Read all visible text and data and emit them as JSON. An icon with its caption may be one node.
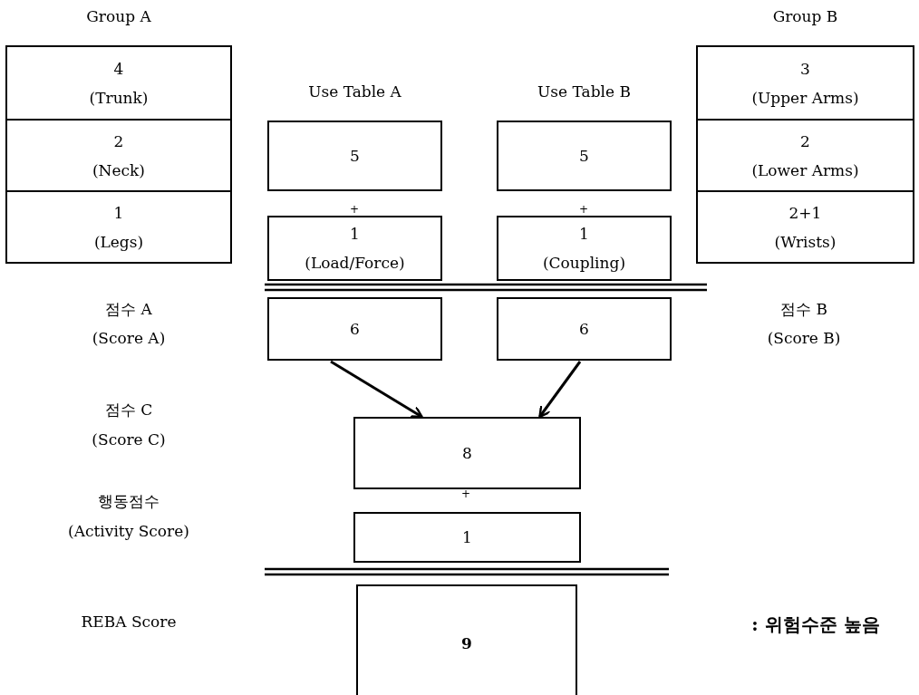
{
  "diagram": {
    "nodes": [
      {
        "text": [
          "Group A"
        ]
      },
      {
        "text": [
          "4",
          "(Trunk)"
        ],
        "in": 0
      },
      {
        "text": [
          "2",
          "(Neck)"
        ],
        "in": 0
      },
      {
        "text": [
          "1",
          "(Legs)"
        ],
        "in": 0
      },
      {
        "text": [
          "Group B"
        ]
      },
      {
        "text": [
          "3",
          "(Upper Arms)"
        ],
        "in": 4
      },
      {
        "text": [
          "2",
          "(Lower Arms)"
        ],
        "in": 4
      },
      {
        "text": [
          "2+1",
          "(Wrists)"
        ],
        "in": 4
      },
      {
        "text": [
          "Use Table A",
          "5"
        ]
      },
      {
        "text": [
          "1",
          "(Load/Force)"
        ]
      },
      {
        "text": [
          "Use Table B",
          "5"
        ]
      },
      {
        "text": [
          "1",
          "(Coupling)"
        ]
      },
      {
        "text": [
          "6"
        ]
      },
      {
        "text": [
          "6"
        ]
      },
      {
        "text": [
          "8"
        ]
      },
      {
        "text": [
          "1"
        ]
      },
      {
        "text": [
          "9"
        ]
      }
    ],
    "edges": [
      {
        "from": 12,
        "to": 14,
        "arrow": "to"
      },
      {
        "from": 13,
        "to": 14,
        "arrow": "to"
      }
    ],
    "labels": [
      "+",
      "+",
      "점수 A",
      "(Score A)",
      "점수 B",
      "(Score B)",
      "점수 C",
      "(Score C)",
      "+",
      "행동점수",
      "(Activity Score)",
      "REBA Score",
      ": 위험수준 높음"
    ]
  }
}
